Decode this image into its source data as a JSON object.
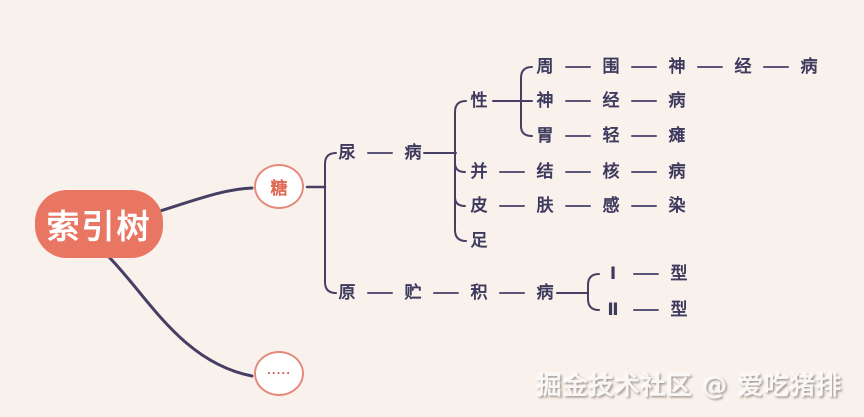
{
  "colors": {
    "background": "#f9f2ec",
    "root_fill": "#e97563",
    "root_text": "#ffffff",
    "circle_border": "#e58a7a",
    "circle_fill": "#ffffff",
    "accent_text": "#dd6852",
    "connector_line": "#453f63",
    "char_text": "#3e3a5e"
  },
  "tree": {
    "root": "索引树",
    "branches": [
      {
        "node": "糖",
        "children": [
          {
            "chain": [
              "尿",
              "病"
            ],
            "children": [
              {
                "chain": [
                  "性"
                ],
                "children": [
                  {
                    "chain": [
                      "周",
                      "围",
                      "神",
                      "经",
                      "病"
                    ]
                  },
                  {
                    "chain": [
                      "神",
                      "经",
                      "病"
                    ]
                  },
                  {
                    "chain": [
                      "胃",
                      "轻",
                      "瘫"
                    ]
                  }
                ]
              },
              {
                "chain": [
                  "并",
                  "结",
                  "核",
                  "病"
                ]
              },
              {
                "chain": [
                  "皮",
                  "肤",
                  "感",
                  "染"
                ]
              },
              {
                "chain": [
                  "足"
                ]
              }
            ]
          },
          {
            "chain": [
              "原",
              "贮",
              "积",
              "病"
            ],
            "children": [
              {
                "chain": [
                  "Ⅰ",
                  "型"
                ]
              },
              {
                "chain": [
                  "Ⅱ",
                  "型"
                ]
              }
            ]
          }
        ]
      },
      {
        "node": "....."
      }
    ]
  },
  "watermark": "掘金技术社区 @ 爱吃猪排"
}
